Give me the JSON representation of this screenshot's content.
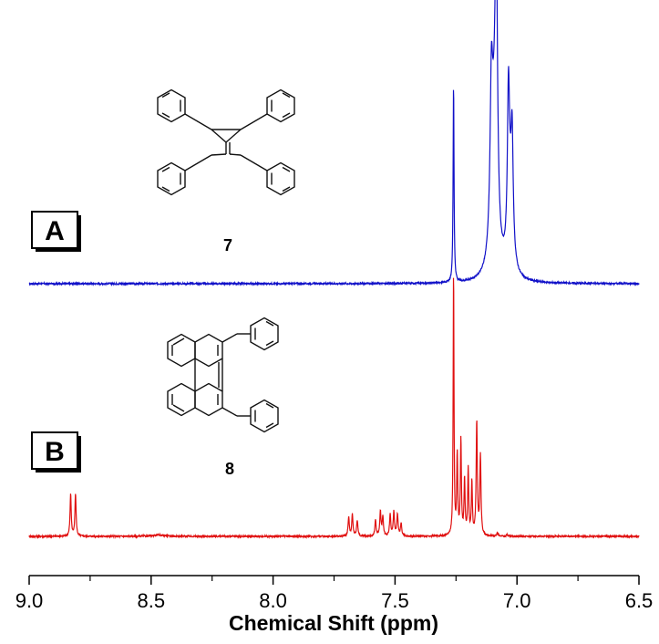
{
  "chart_data": {
    "type": "line",
    "xlabel": "Chemical Shift (ppm)",
    "xlim": [
      9.0,
      6.5
    ],
    "x_reversed": true,
    "x_ticks": [
      "9.0",
      "8.5",
      "8.0",
      "7.5",
      "7.0",
      "6.5"
    ],
    "grid": false,
    "series": [
      {
        "name": "A",
        "color": "#1010c8",
        "compound_label": "7",
        "baseline": 0,
        "peaks": [
          {
            "x": 7.26,
            "h": 0.73,
            "w": 0.0022
          },
          {
            "x": 7.105,
            "h": 0.49,
            "w": 0.006
          },
          {
            "x": 7.085,
            "h": 1.0,
            "w": 0.006
          },
          {
            "x": 7.095,
            "h": 0.45,
            "w": 0.014
          },
          {
            "x": 7.035,
            "h": 0.53,
            "w": 0.005
          },
          {
            "x": 7.02,
            "h": 0.38,
            "w": 0.005
          },
          {
            "x": 7.028,
            "h": 0.25,
            "w": 0.012
          }
        ]
      },
      {
        "name": "B",
        "color": "#e01010",
        "compound_label": "8",
        "baseline": 0,
        "peaks": [
          {
            "x": 8.83,
            "h": 0.16,
            "w": 0.0028
          },
          {
            "x": 8.81,
            "h": 0.16,
            "w": 0.0028
          },
          {
            "x": 8.47,
            "h": 0.005,
            "w": 0.03
          },
          {
            "x": 7.69,
            "h": 0.07,
            "w": 0.003
          },
          {
            "x": 7.675,
            "h": 0.08,
            "w": 0.003
          },
          {
            "x": 7.655,
            "h": 0.06,
            "w": 0.003
          },
          {
            "x": 7.58,
            "h": 0.06,
            "w": 0.003
          },
          {
            "x": 7.56,
            "h": 0.09,
            "w": 0.003
          },
          {
            "x": 7.55,
            "h": 0.07,
            "w": 0.003
          },
          {
            "x": 7.52,
            "h": 0.08,
            "w": 0.003
          },
          {
            "x": 7.505,
            "h": 0.09,
            "w": 0.003
          },
          {
            "x": 7.49,
            "h": 0.08,
            "w": 0.003
          },
          {
            "x": 7.475,
            "h": 0.05,
            "w": 0.003
          },
          {
            "x": 7.26,
            "h": 1.0,
            "w": 0.002
          },
          {
            "x": 7.245,
            "h": 0.3,
            "w": 0.0025
          },
          {
            "x": 7.23,
            "h": 0.36,
            "w": 0.0025
          },
          {
            "x": 7.215,
            "h": 0.21,
            "w": 0.0025
          },
          {
            "x": 7.2,
            "h": 0.25,
            "w": 0.0025
          },
          {
            "x": 7.185,
            "h": 0.2,
            "w": 0.0025
          },
          {
            "x": 7.165,
            "h": 0.43,
            "w": 0.0028
          },
          {
            "x": 7.15,
            "h": 0.3,
            "w": 0.0028
          },
          {
            "x": 7.08,
            "h": 0.01,
            "w": 0.004
          },
          {
            "x": 7.04,
            "h": 0.006,
            "w": 0.003
          }
        ]
      }
    ]
  },
  "panels": {
    "a_label": "A",
    "b_label": "B",
    "a_compound": "7",
    "b_compound": "8"
  },
  "colors": {
    "series_a": "#1010c8",
    "series_b": "#e01010",
    "axis": "#000000"
  }
}
